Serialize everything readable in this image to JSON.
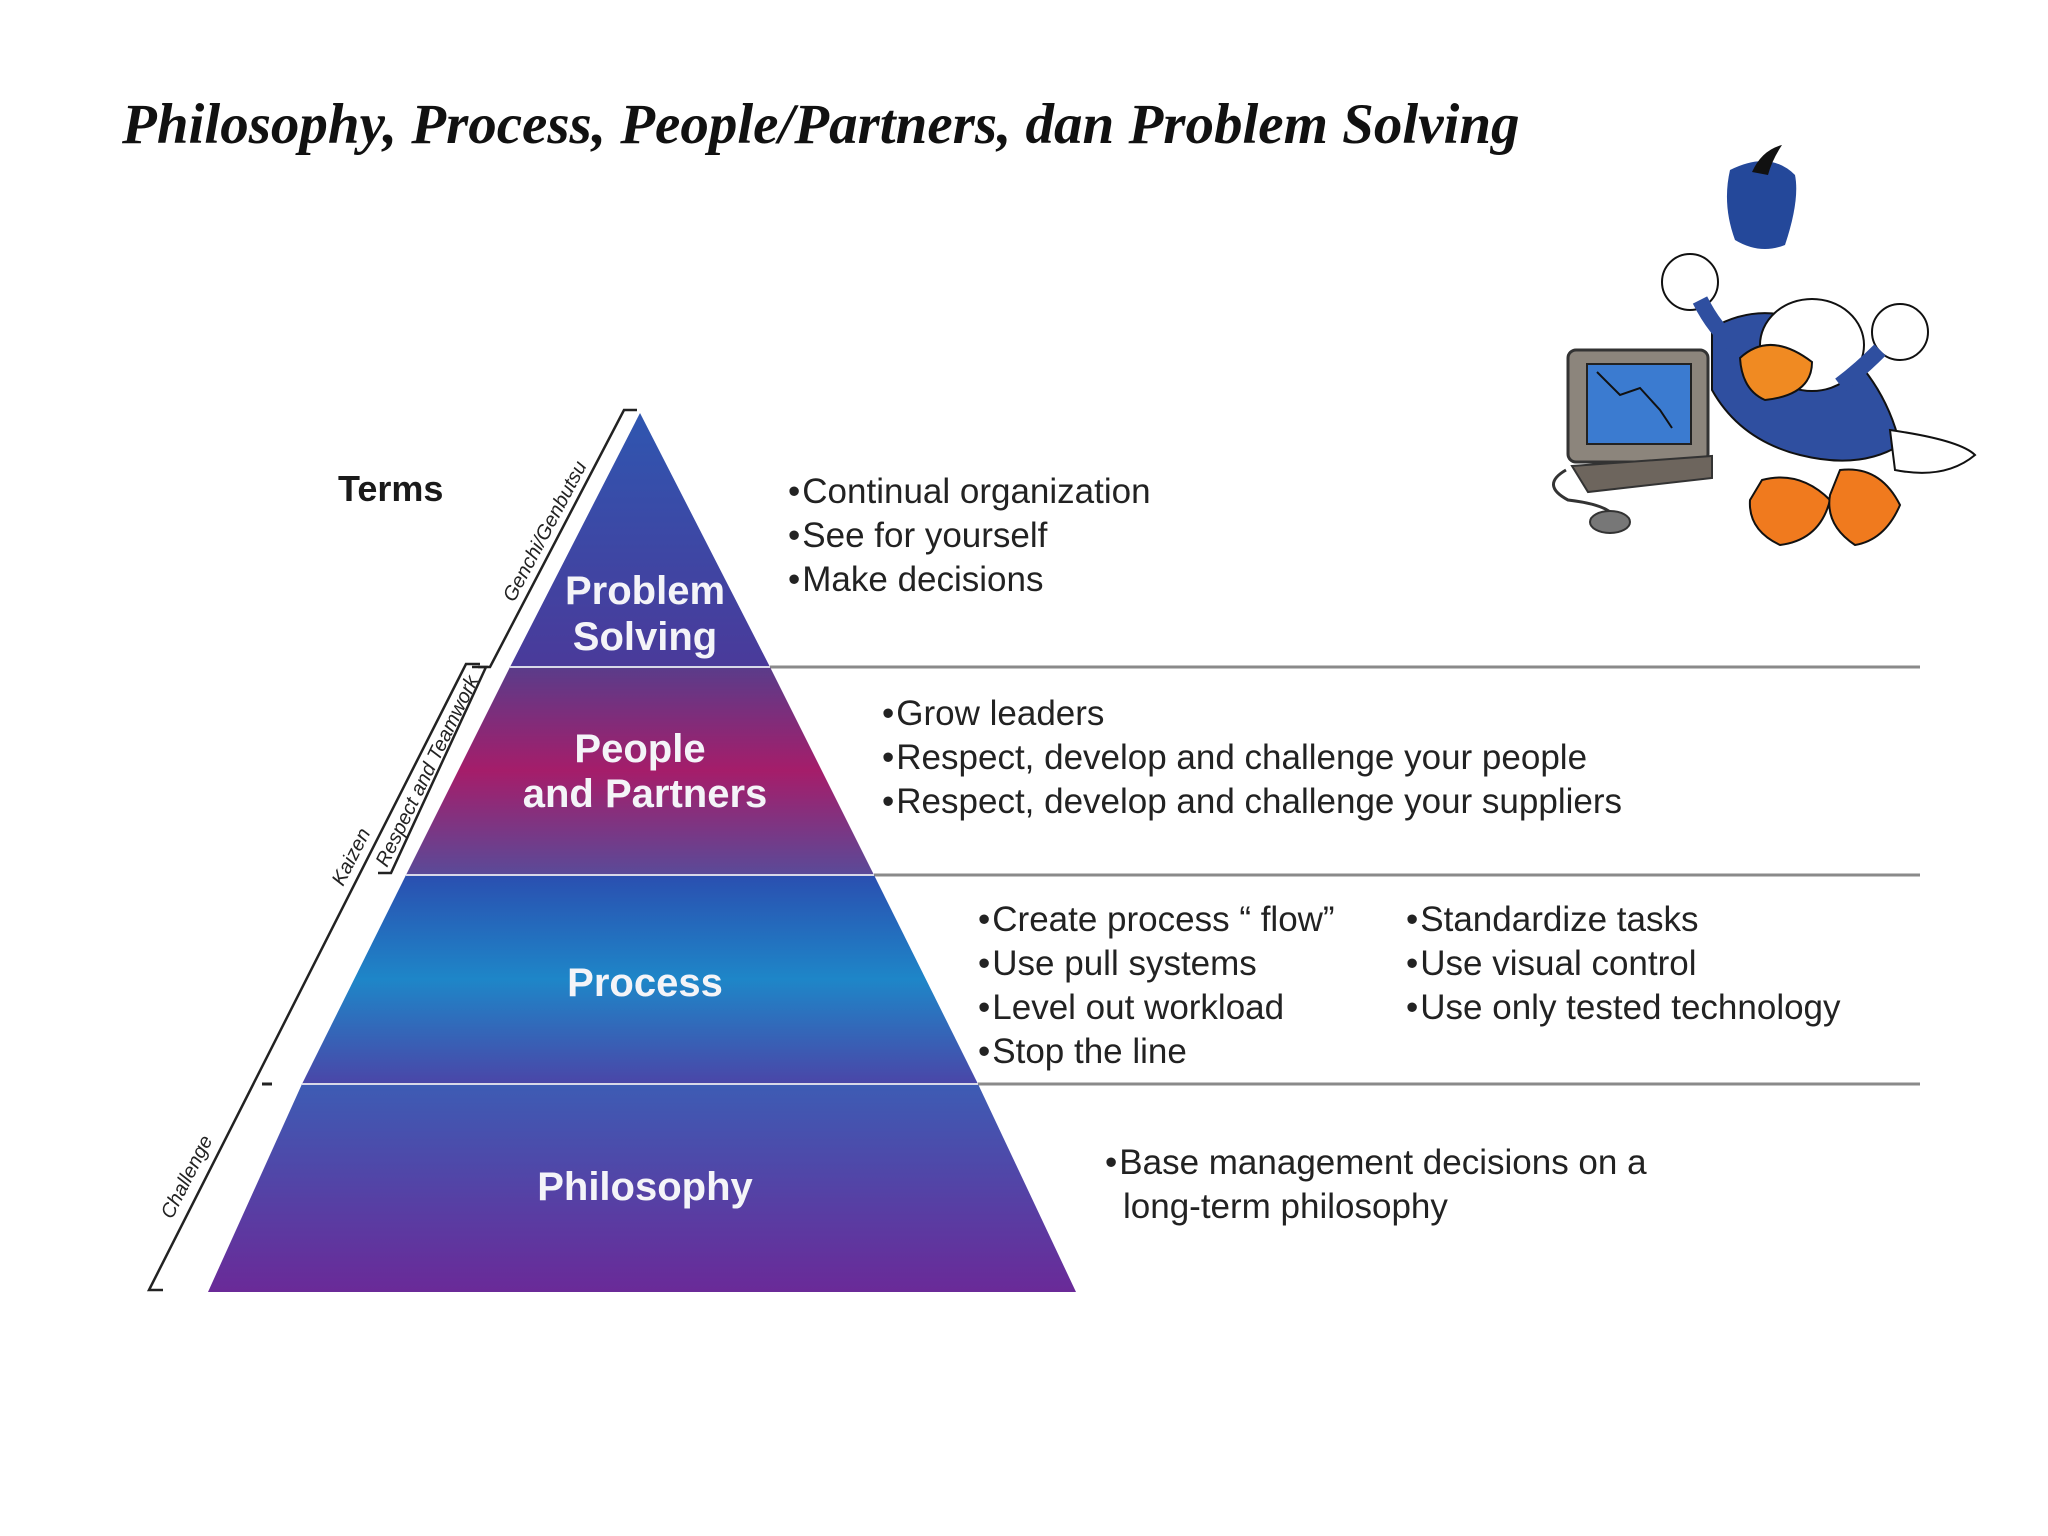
{
  "title": "Philosophy, Process, People/Partners, dan Problem Solving",
  "terms_label": "Terms",
  "side_labels": {
    "genchi": "Genchi/Genbutsu",
    "respect": "Respect and Teamwork",
    "kaizen": "Kaizen",
    "challenge": "Challenge"
  },
  "levels": {
    "problem_solving": {
      "line1": "Problem",
      "line2": "Solving"
    },
    "people": {
      "line1": "People",
      "line2": "and Partners"
    },
    "process": {
      "label": "Process"
    },
    "philosophy": {
      "label": "Philosophy"
    }
  },
  "bullets": {
    "problem_solving": [
      "Continual organization",
      "See for yourself",
      "Make decisions"
    ],
    "people": [
      "Grow leaders",
      "Respect, develop and challenge your people",
      "Respect, develop and challenge your suppliers"
    ],
    "process_col1": [
      "Create process “ flow”",
      "Use pull systems",
      "Level out workload",
      "Stop the line"
    ],
    "process_col2": [
      "Standardize tasks",
      "Use visual control",
      "Use only tested technology"
    ],
    "philosophy": [
      "Base management decisions on a",
      "long-term philosophy"
    ]
  },
  "colors": {
    "problem_top": "#2f56b0",
    "problem_bottom": "#4a3a9a",
    "people_top": "#5a3c8a",
    "people_mid": "#a51d6a",
    "people_bottom": "#5a4a98",
    "process_top": "#2a4fb0",
    "process_mid": "#1e86c8",
    "process_bottom": "#4a46a8",
    "philosophy_top": "#3d5cb4",
    "philosophy_bottom": "#6a2a98"
  },
  "illustration": "donald-duck-smashing-computer"
}
